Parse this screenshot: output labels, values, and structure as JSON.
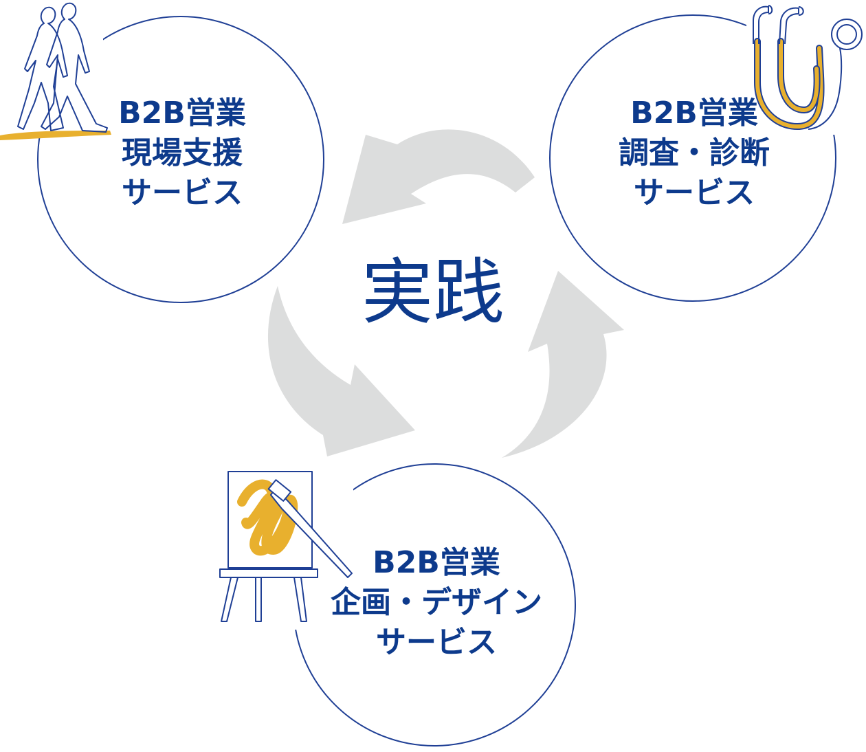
{
  "center": {
    "label": "実践"
  },
  "services": [
    {
      "id": "field-support",
      "lines": [
        "B2B営業",
        "現場支援",
        "サービス"
      ]
    },
    {
      "id": "survey-diagnosis",
      "lines": [
        "B2B営業",
        "調査・診断",
        "サービス"
      ]
    },
    {
      "id": "planning-design",
      "lines": [
        "B2B営業",
        "企画・デザイン",
        "サービス"
      ]
    }
  ],
  "colors": {
    "navy": "#0d3a8c",
    "gold": "#e8b02e",
    "arrow_gray": "#dcdddd",
    "line_blue": "#1f3f95"
  },
  "icons": [
    "walking-people-icon",
    "stethoscope-icon",
    "easel-painting-icon"
  ]
}
